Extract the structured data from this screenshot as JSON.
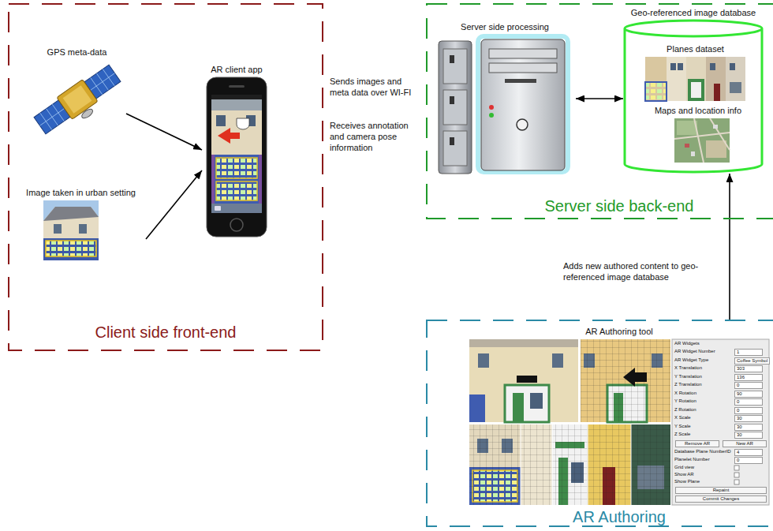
{
  "diagram": {
    "nodes": [
      {
        "text": [
          "Client side front-end"
        ]
      },
      {
        "text": [
          "GPS meta-data"
        ],
        "in": 0
      },
      {
        "text": [
          "Image taken in urban setting"
        ],
        "in": 0
      },
      {
        "text": [
          "AR client app"
        ],
        "in": 0
      },
      {
        "text": [
          "Server side back-end"
        ]
      },
      {
        "text": [
          "Server side processing"
        ],
        "in": 4
      },
      {
        "text": [
          "Geo-referenced image database"
        ],
        "in": 4
      },
      {
        "text": [
          "Planes dataset"
        ],
        "in": 6
      },
      {
        "text": [
          "Maps and location info"
        ],
        "in": 6
      },
      {
        "text": [
          "AR Authoring"
        ]
      },
      {
        "text": [
          "AR Authoring tool"
        ],
        "in": 9
      }
    ],
    "edges": [
      {
        "from": 1,
        "to": 3,
        "arrow": "to"
      },
      {
        "from": 2,
        "to": 3,
        "arrow": "to"
      },
      {
        "from": 5,
        "to": 6,
        "arrow": "both"
      },
      {
        "from": 9,
        "to": 6,
        "arrow": "to",
        "label": "Adds new authored content to geo-referenced image database"
      }
    ],
    "labels": [
      "Sends images and meta data over WI-FI",
      "Receives annotation and camera pose information",
      "AR Widgets",
      "AR Widget Number",
      "1",
      "AR Widget Type",
      "Coffee Symbol",
      "X Translation",
      "303",
      "Y Translation",
      "136",
      "Z Translation",
      "0",
      "X Rotation",
      "90",
      "Y Rotation",
      "0",
      "Z Rotation",
      "0",
      "X Scale",
      "30",
      "Y Scale",
      "30",
      "Z Scale",
      "30",
      "Remove AR",
      "New AR",
      "Database Plane NumberID",
      "4",
      "Planelet Number",
      "0",
      "Grid view",
      "Show AR",
      "Show Plane",
      "Repaint",
      "Commit Changes"
    ]
  }
}
